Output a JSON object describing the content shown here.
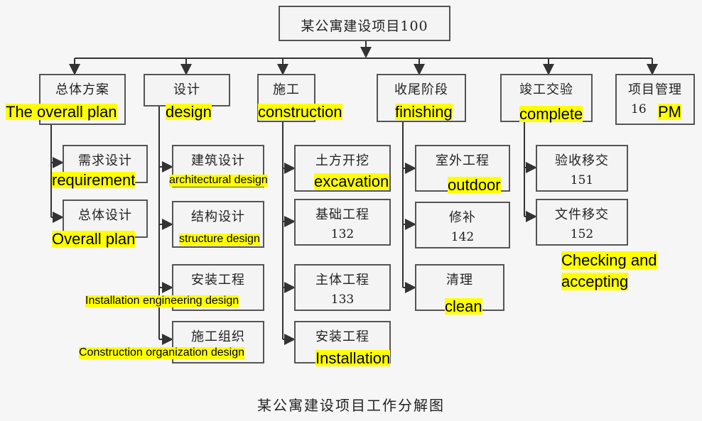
{
  "root": {
    "title": "某公寓建设项目100"
  },
  "categories": [
    {
      "key": "overall",
      "title": "总体方案",
      "number": "",
      "translation": "The overall plan"
    },
    {
      "key": "design",
      "title": "设计",
      "number": "",
      "translation": "design"
    },
    {
      "key": "construction",
      "title": "施工",
      "number": "",
      "translation": "construction"
    },
    {
      "key": "finishing",
      "title": "收尾阶段",
      "number": "",
      "translation": "finishing"
    },
    {
      "key": "complete",
      "title": "竣工交验",
      "number": "",
      "translation": "complete"
    },
    {
      "key": "pm",
      "title": "项目管理",
      "number": "16",
      "translation": "PM"
    }
  ],
  "children": {
    "overall": [
      {
        "title": "需求设计",
        "number": "",
        "translation": "requirement"
      },
      {
        "title": "总体设计",
        "number": "",
        "translation": "Overall plan"
      }
    ],
    "design": [
      {
        "title": "建筑设计",
        "number": "",
        "translation": "architectural design"
      },
      {
        "title": "结构设计",
        "number": "",
        "translation": "structure design"
      },
      {
        "title": "安装工程",
        "number": "",
        "translation": "Installation engineering design"
      },
      {
        "title": "施工组织",
        "number": "",
        "translation": "Construction organization design"
      }
    ],
    "construction": [
      {
        "title": "土方开挖",
        "number": "",
        "translation": "excavation"
      },
      {
        "title": "基础工程",
        "number": "132",
        "translation": ""
      },
      {
        "title": "主体工程",
        "number": "133",
        "translation": ""
      },
      {
        "title": "安装工程",
        "number": "",
        "translation": "Installation"
      }
    ],
    "finishing": [
      {
        "title": "室外工程",
        "number": "",
        "translation": "outdoor"
      },
      {
        "title": "修补",
        "number": "142",
        "translation": ""
      },
      {
        "title": "清理",
        "number": "",
        "translation": "clean"
      }
    ],
    "complete": [
      {
        "title": "验收移交",
        "number": "151",
        "translation": ""
      },
      {
        "title": "文件移交",
        "number": "152",
        "translation": ""
      }
    ]
  },
  "extra_labels": {
    "checking": "Checking and accepting"
  },
  "caption": "某公寓建设项目工作分解图",
  "colors": {
    "box_border": "#555555",
    "box_fill": "#f4f4f4",
    "line": "#333333",
    "highlight": "#ffff00"
  }
}
